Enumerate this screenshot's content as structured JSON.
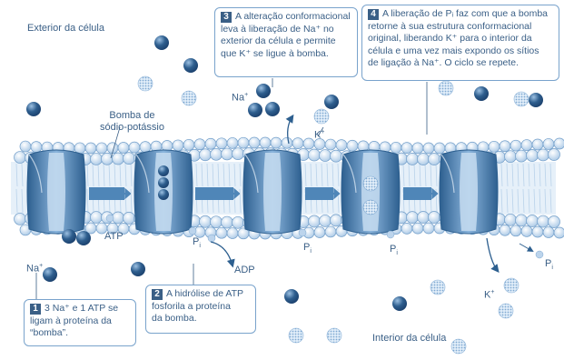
{
  "labels": {
    "exterior": "Exterior da célula",
    "interior": "Interior da célula",
    "pump_name": [
      "Bomba de",
      "sódio-potássio"
    ],
    "na_top": "Na",
    "na_top_sup": "+",
    "k_top": "K",
    "k_top_sup": "+",
    "na_bottom": "Na",
    "na_bottom_sup": "+",
    "k_bottom": "K",
    "k_bottom_sup": "+",
    "atp": "ATP",
    "adp": "ADP",
    "pi": "P",
    "pi_sub": "i"
  },
  "steps": [
    {
      "number": "1",
      "lines": [
        "3 Na⁺ e 1 ATP se",
        "ligam à proteína da",
        "“bomba”."
      ]
    },
    {
      "number": "2",
      "lines": [
        "A hidrólise de ATP",
        "fosforila a proteína",
        "da bomba."
      ]
    },
    {
      "number": "3",
      "lines": [
        "A alteração conformacional",
        "leva à liberação de Na⁺ no",
        "exterior da célula e permite",
        "que K⁺ se ligue à bomba."
      ]
    },
    {
      "number": "4",
      "lines": [
        "A liberação de Pᵢ faz com que a bomba",
        "retorne à sua estrutura conformacional",
        "original, liberando K⁺ para o interior da",
        "célula e uma vez mais expondo os sítios",
        "de ligação à Na⁺. O ciclo se repete."
      ]
    }
  ],
  "colors": {
    "membrane_head": "#a9c8e6",
    "protein": "#4f86b8",
    "protein_dark": "#2d5f8f",
    "sodium": "#2e5e8e",
    "potassium": "#c7dbef",
    "text": "#3a5f86"
  }
}
